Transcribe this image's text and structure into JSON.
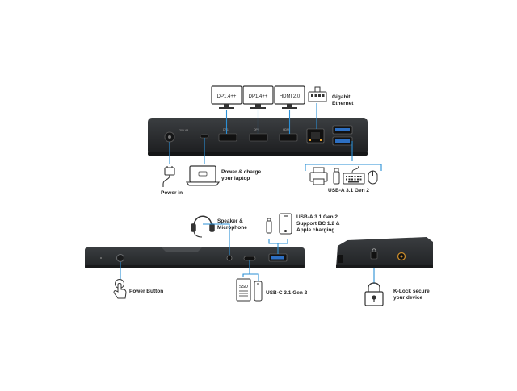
{
  "monitors": [
    {
      "label": "DP1.4++"
    },
    {
      "label": "DP1.4++"
    },
    {
      "label": "HDMI 2.0"
    }
  ],
  "back_panel": {
    "ports": {
      "dc_in": "20V 6A",
      "dp1": "DP1",
      "dp2": "DP2",
      "hdmi": "HDMI"
    }
  },
  "callouts": {
    "gigabit_ethernet": [
      "Gigabit",
      "Ethernet"
    ],
    "power_in": "Power in",
    "power_charge_laptop": [
      "Power & charge",
      "your laptop"
    ],
    "usb_a_back": "USB-A 3.1 Gen 2",
    "speaker_mic": [
      "Speaker &",
      "Microphone"
    ],
    "usb_a_front": [
      "USB-A 3.1 Gen 2",
      "Support BC 1.2 &",
      "Apple charging"
    ],
    "power_button": "Power Button",
    "usb_c_front": "USB-C 3.1 Gen 2",
    "ssd": "SSD",
    "klock": [
      "K-Lock secure",
      "your device"
    ]
  },
  "colors": {
    "line": "#2a8fd6",
    "dock": "#2a2c2e",
    "icon": "#333333"
  }
}
